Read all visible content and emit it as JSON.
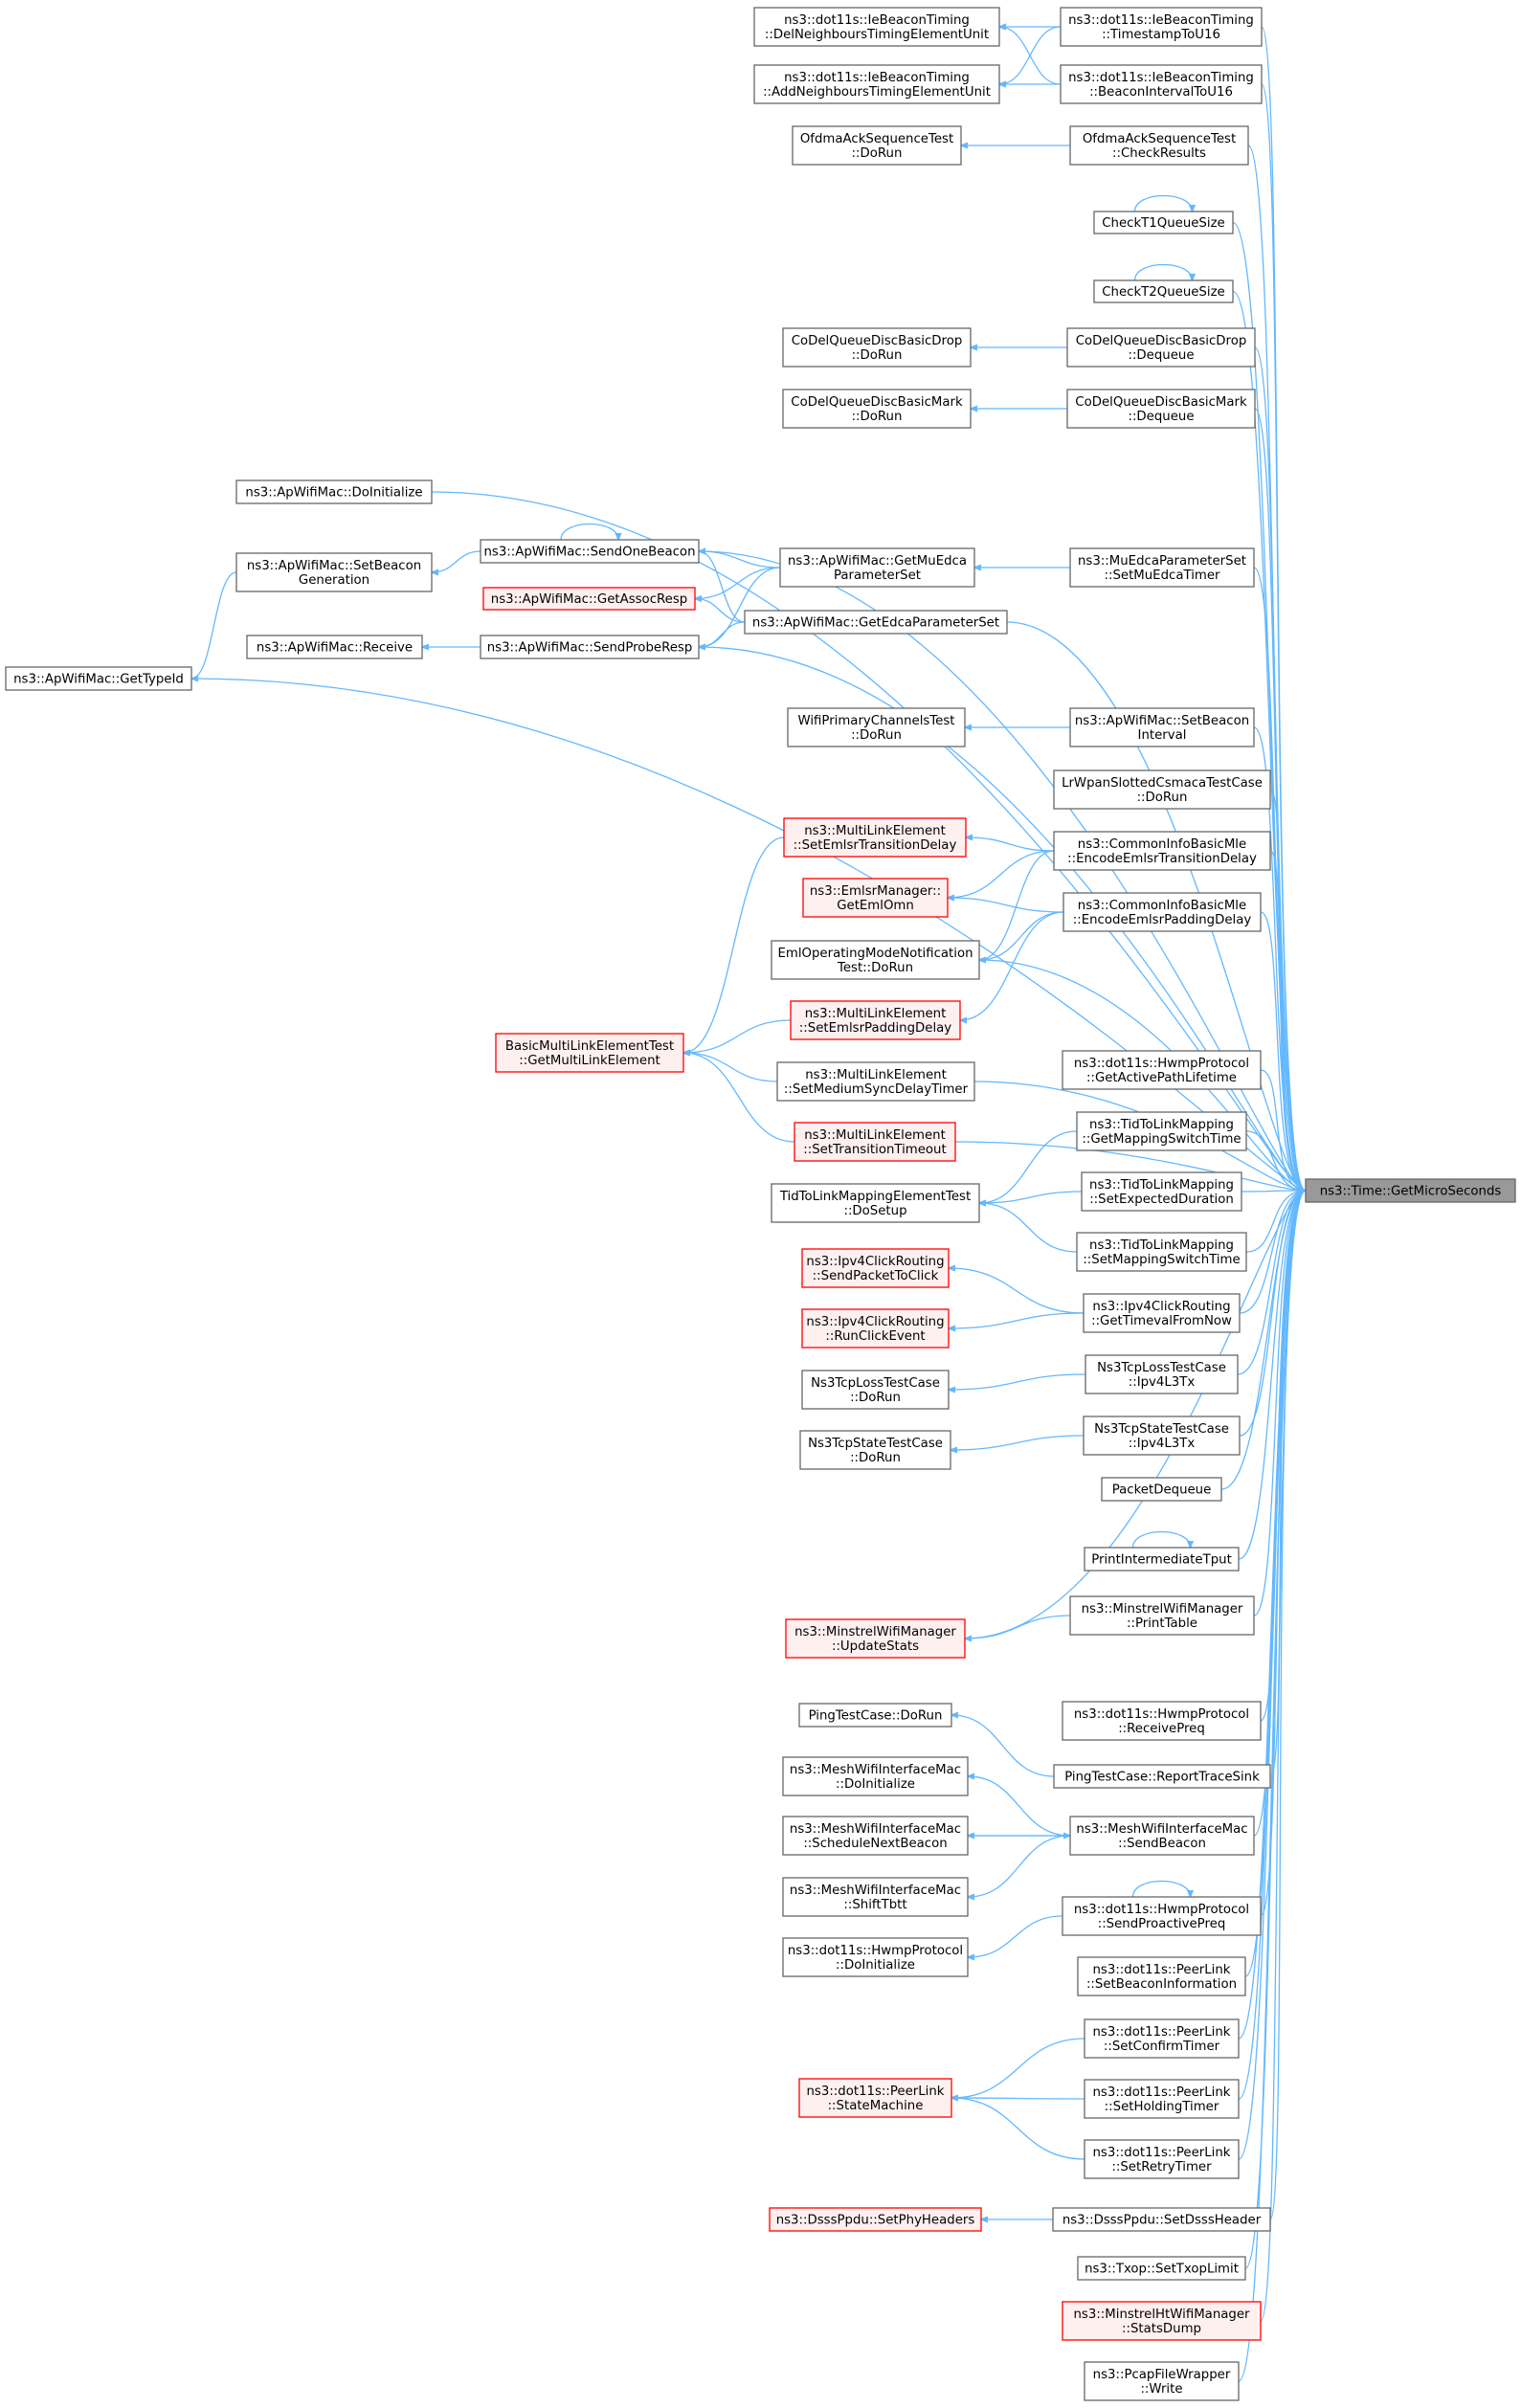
{
  "root": "ns3::Time::GetMicroSeconds",
  "nodes": [
    {
      "id": "n1",
      "lines": [
        "ns3::dot11s::IeBeaconTiming",
        "::DelNeighboursTimingElementUnit"
      ]
    },
    {
      "id": "n2",
      "lines": [
        "ns3::dot11s::IeBeaconTiming",
        "::TimestampToU16"
      ]
    },
    {
      "id": "n3",
      "lines": [
        "ns3::dot11s::IeBeaconTiming",
        "::AddNeighboursTimingElementUnit"
      ]
    },
    {
      "id": "n4",
      "lines": [
        "ns3::dot11s::IeBeaconTiming",
        "::BeaconIntervalToU16"
      ]
    },
    {
      "id": "n5",
      "lines": [
        "OfdmaAckSequenceTest",
        "::DoRun"
      ]
    },
    {
      "id": "n6",
      "lines": [
        "OfdmaAckSequenceTest",
        "::CheckResults"
      ]
    },
    {
      "id": "n7",
      "lines": [
        "CheckT1QueueSize"
      ]
    },
    {
      "id": "n8",
      "lines": [
        "CheckT2QueueSize"
      ]
    },
    {
      "id": "n9",
      "lines": [
        "CoDelQueueDiscBasicDrop",
        "::DoRun"
      ]
    },
    {
      "id": "n10",
      "lines": [
        "CoDelQueueDiscBasicDrop",
        "::Dequeue"
      ]
    },
    {
      "id": "n11",
      "lines": [
        "CoDelQueueDiscBasicMark",
        "::DoRun"
      ]
    },
    {
      "id": "n12",
      "lines": [
        "CoDelQueueDiscBasicMark",
        "::Dequeue"
      ]
    },
    {
      "id": "n13",
      "lines": [
        "ns3::ApWifiMac::DoInitialize"
      ]
    },
    {
      "id": "n14",
      "lines": [
        "ns3::ApWifiMac::SendOneBeacon"
      ]
    },
    {
      "id": "n15",
      "lines": [
        "ns3::ApWifiMac::SetBeacon",
        "Generation"
      ]
    },
    {
      "id": "n16",
      "lines": [
        "ns3::ApWifiMac::GetMuEdca",
        "ParameterSet"
      ]
    },
    {
      "id": "n17",
      "lines": [
        "ns3::MuEdcaParameterSet",
        "::SetMuEdcaTimer"
      ]
    },
    {
      "id": "n18",
      "lines": [
        "ns3::ApWifiMac::GetAssocResp"
      ]
    },
    {
      "id": "n19",
      "lines": [
        "ns3::ApWifiMac::GetEdcaParameterSet"
      ]
    },
    {
      "id": "n20",
      "lines": [
        "ns3::ApWifiMac::Receive"
      ]
    },
    {
      "id": "n21",
      "lines": [
        "ns3::ApWifiMac::SendProbeResp"
      ]
    },
    {
      "id": "n22",
      "lines": [
        "ns3::ApWifiMac::GetTypeId"
      ]
    },
    {
      "id": "n23",
      "lines": [
        "WifiPrimaryChannelsTest",
        "::DoRun"
      ]
    },
    {
      "id": "n24",
      "lines": [
        "ns3::ApWifiMac::SetBeacon",
        "Interval"
      ]
    },
    {
      "id": "n25",
      "lines": [
        "LrWpanSlottedCsmacaTestCase",
        "::DoRun"
      ]
    },
    {
      "id": "n26",
      "lines": [
        "ns3::MultiLinkElement",
        "::SetEmlsrTransitionDelay"
      ]
    },
    {
      "id": "n27",
      "lines": [
        "ns3::CommonInfoBasicMle",
        "::EncodeEmlsrTransitionDelay"
      ]
    },
    {
      "id": "n28",
      "lines": [
        "ns3::EmlsrManager::",
        "GetEmlOmn"
      ]
    },
    {
      "id": "n29",
      "lines": [
        "ns3::CommonInfoBasicMle",
        "::EncodeEmlsrPaddingDelay"
      ]
    },
    {
      "id": "n30",
      "lines": [
        "EmlOperatingModeNotification",
        "Test::DoRun"
      ]
    },
    {
      "id": "n31",
      "lines": [
        "ns3::MultiLinkElement",
        "::SetEmlsrPaddingDelay"
      ]
    },
    {
      "id": "n32",
      "lines": [
        "BasicMultiLinkElementTest",
        "::GetMultiLinkElement"
      ]
    },
    {
      "id": "n33",
      "lines": [
        "ns3::MultiLinkElement",
        "::SetMediumSyncDelayTimer"
      ]
    },
    {
      "id": "n34",
      "lines": [
        "ns3::dot11s::HwmpProtocol",
        "::GetActivePathLifetime"
      ]
    },
    {
      "id": "n35",
      "lines": [
        "ns3::MultiLinkElement",
        "::SetTransitionTimeout"
      ]
    },
    {
      "id": "n36",
      "lines": [
        "ns3::TidToLinkMapping",
        "::GetMappingSwitchTime"
      ]
    },
    {
      "id": "n37",
      "lines": [
        "TidToLinkMappingElementTest",
        "::DoSetup"
      ]
    },
    {
      "id": "n38",
      "lines": [
        "ns3::TidToLinkMapping",
        "::SetExpectedDuration"
      ]
    },
    {
      "id": "n39",
      "lines": [
        "ns3::TidToLinkMapping",
        "::SetMappingSwitchTime"
      ]
    },
    {
      "id": "n40",
      "lines": [
        "ns3::Ipv4ClickRouting",
        "::SendPacketToClick"
      ]
    },
    {
      "id": "n41",
      "lines": [
        "ns3::Ipv4ClickRouting",
        "::GetTimevalFromNow"
      ]
    },
    {
      "id": "n42",
      "lines": [
        "ns3::Ipv4ClickRouting",
        "::RunClickEvent"
      ]
    },
    {
      "id": "n43",
      "lines": [
        "Ns3TcpLossTestCase",
        "::DoRun"
      ]
    },
    {
      "id": "n44",
      "lines": [
        "Ns3TcpLossTestCase",
        "::Ipv4L3Tx"
      ]
    },
    {
      "id": "n45",
      "lines": [
        "Ns3TcpStateTestCase",
        "::DoRun"
      ]
    },
    {
      "id": "n46",
      "lines": [
        "Ns3TcpStateTestCase",
        "::Ipv4L3Tx"
      ]
    },
    {
      "id": "n47",
      "lines": [
        "PacketDequeue"
      ]
    },
    {
      "id": "n48",
      "lines": [
        "PrintIntermediateTput"
      ]
    },
    {
      "id": "n49",
      "lines": [
        "ns3::MinstrelWifiManager",
        "::UpdateStats"
      ]
    },
    {
      "id": "n50",
      "lines": [
        "ns3::MinstrelWifiManager",
        "::PrintTable"
      ]
    },
    {
      "id": "n51",
      "lines": [
        "PingTestCase::DoRun"
      ]
    },
    {
      "id": "n52",
      "lines": [
        "ns3::dot11s::HwmpProtocol",
        "::ReceivePreq"
      ]
    },
    {
      "id": "n53",
      "lines": [
        "PingTestCase::ReportTraceSink"
      ]
    },
    {
      "id": "n54",
      "lines": [
        "ns3::MeshWifiInterfaceMac",
        "::DoInitialize"
      ]
    },
    {
      "id": "n55",
      "lines": [
        "ns3::MeshWifiInterfaceMac",
        "::ScheduleNextBeacon"
      ]
    },
    {
      "id": "n56",
      "lines": [
        "ns3::MeshWifiInterfaceMac",
        "::SendBeacon"
      ]
    },
    {
      "id": "n57",
      "lines": [
        "ns3::MeshWifiInterfaceMac",
        "::ShiftTbtt"
      ]
    },
    {
      "id": "n58",
      "lines": [
        "ns3::dot11s::HwmpProtocol",
        "::SendProactivePreq"
      ]
    },
    {
      "id": "n59",
      "lines": [
        "ns3::dot11s::HwmpProtocol",
        "::DoInitialize"
      ]
    },
    {
      "id": "n60",
      "lines": [
        "ns3::dot11s::PeerLink",
        "::SetBeaconInformation"
      ]
    },
    {
      "id": "n61",
      "lines": [
        "ns3::dot11s::PeerLink",
        "::SetConfirmTimer"
      ]
    },
    {
      "id": "n62",
      "lines": [
        "ns3::dot11s::PeerLink",
        "::StateMachine"
      ]
    },
    {
      "id": "n63",
      "lines": [
        "ns3::dot11s::PeerLink",
        "::SetHoldingTimer"
      ]
    },
    {
      "id": "n64",
      "lines": [
        "ns3::dot11s::PeerLink",
        "::SetRetryTimer"
      ]
    },
    {
      "id": "n65",
      "lines": [
        "ns3::DsssPpdu::SetPhyHeaders"
      ]
    },
    {
      "id": "n66",
      "lines": [
        "ns3::DsssPpdu::SetDsssHeader"
      ]
    },
    {
      "id": "n67",
      "lines": [
        "ns3::Txop::SetTxopLimit"
      ]
    },
    {
      "id": "n68",
      "lines": [
        "ns3::MinstrelHtWifiManager",
        "::StatsDump"
      ]
    },
    {
      "id": "n69",
      "lines": [
        "ns3::PcapFileWrapper",
        "::Write"
      ]
    },
    {
      "id": "root",
      "lines": [
        "ns3::Time::GetMicroSeconds"
      ]
    }
  ]
}
